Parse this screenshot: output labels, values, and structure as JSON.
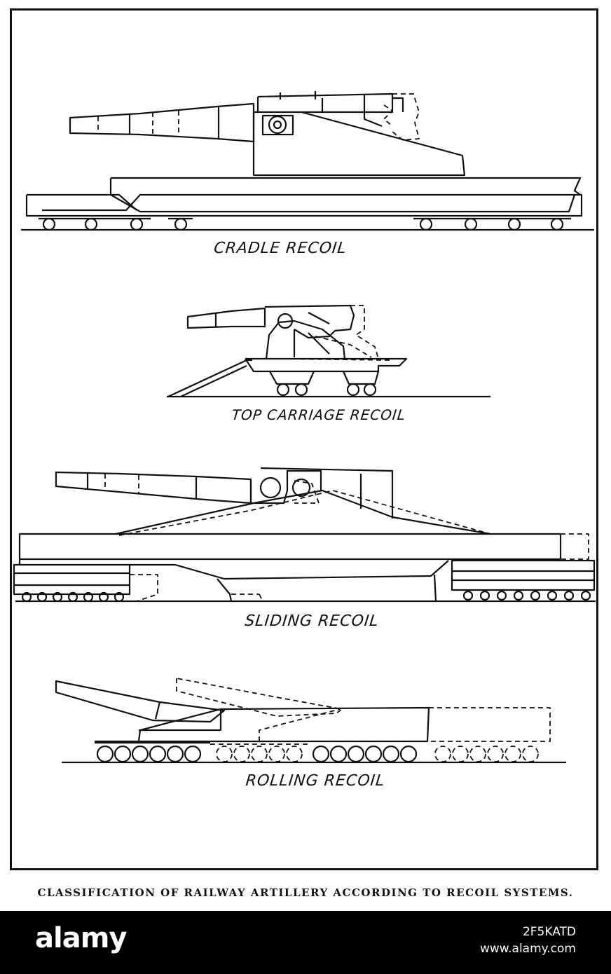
{
  "diagrams": [
    {
      "label": "CRADLE RECOIL"
    },
    {
      "label": "TOP CARRIAGE RECOIL"
    },
    {
      "label": "SLIDING RECOIL"
    },
    {
      "label": "ROLLING RECOIL"
    }
  ],
  "caption": "CLASSIFICATION OF RAILWAY ARTILLERY ACCORDING TO RECOIL SYSTEMS.",
  "footer": {
    "brand": "alamy",
    "image_id": "2F5KATD",
    "site": "www.alamy.com"
  }
}
